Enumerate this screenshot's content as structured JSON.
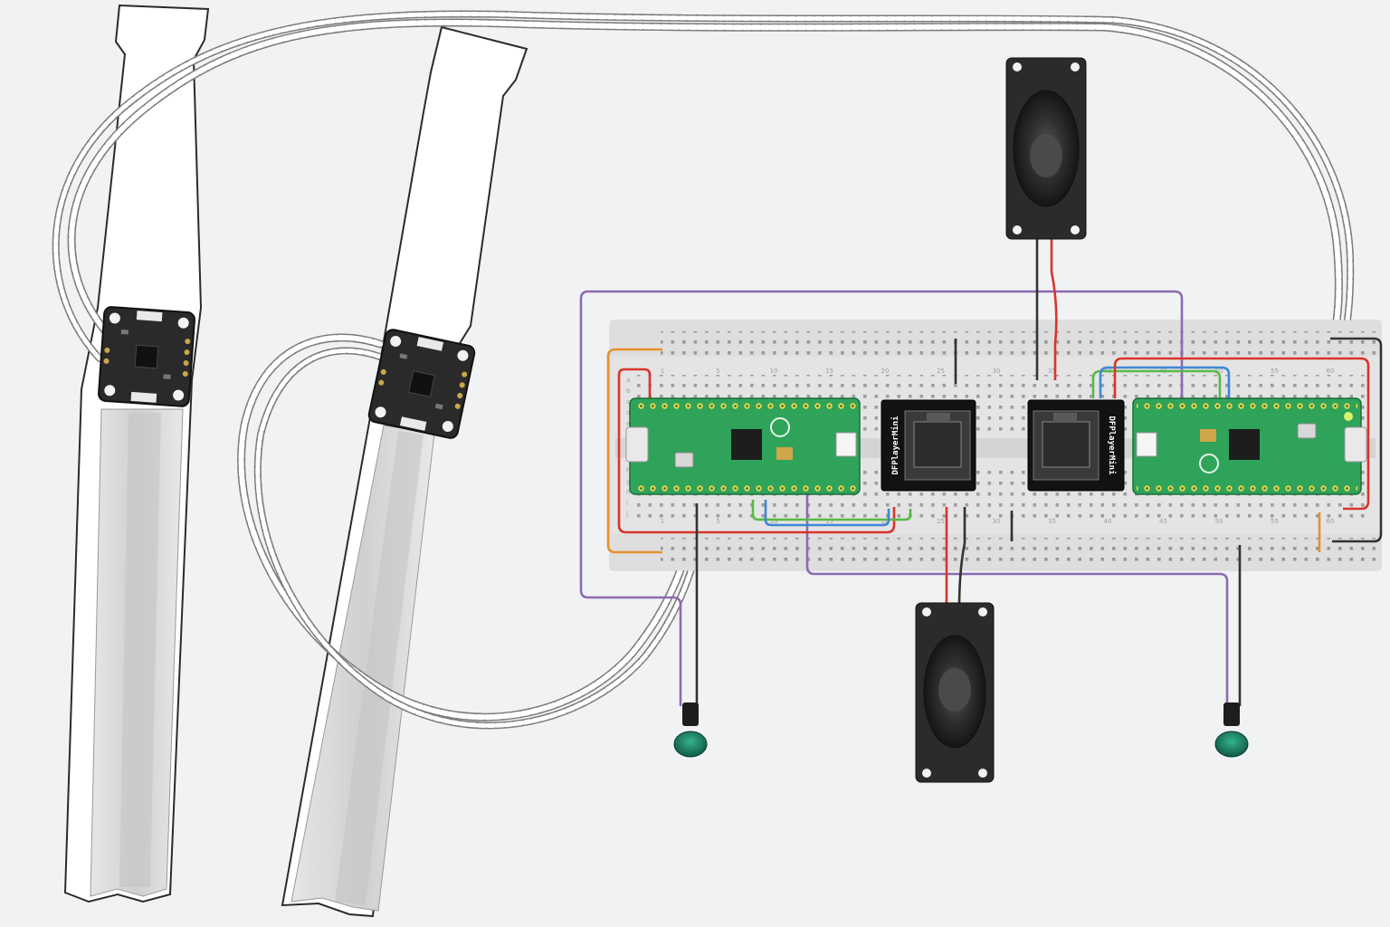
{
  "colors": {
    "background": "#f1f2f4",
    "breadboard": "#e6e6e6",
    "pico_pcb": "#2fa35a",
    "wire_purple": "#8c6bb1",
    "wire_red": "#d9342b",
    "wire_orange": "#e8902a",
    "wire_green": "#58b947",
    "wire_blue": "#3f86d6",
    "wire_black": "#333333",
    "button_cap": "#1e8a6a",
    "speaker_body": "#2b2b2b"
  },
  "breadboard": {
    "column_labels": [
      "1",
      "5",
      "10",
      "15",
      "20",
      "25",
      "30",
      "35",
      "40",
      "45",
      "50",
      "55",
      "60"
    ],
    "row_labels_top": [
      "a",
      "b",
      "c",
      "d",
      "e"
    ],
    "row_labels_bottom": [
      "f",
      "g",
      "h",
      "i",
      "j"
    ]
  },
  "modules": {
    "mp3_left_label": "DFPlayerMini",
    "mp3_right_label": "DFPlayerMini"
  },
  "icons": {
    "speaker": "speaker-icon",
    "button": "push-button-icon",
    "imu": "imu-sensor-icon",
    "raspberry_logo": "raspberry-logo-icon"
  }
}
